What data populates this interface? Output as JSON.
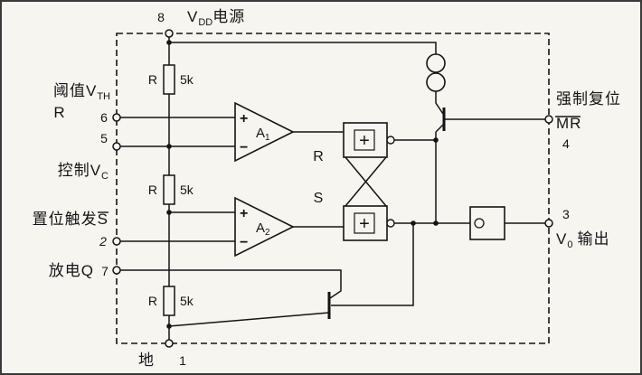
{
  "figure": {
    "description": "555 timer internal functional diagram",
    "background_color": "#f6f5f0",
    "ink_color": "#141414"
  },
  "pins": {
    "p8": {
      "number": "8",
      "label_v": "V",
      "label_sub": "DD",
      "label_rest": "电源"
    },
    "p6": {
      "number": "6",
      "line1_main": "阈值V",
      "line1_sub": "TH",
      "line2": "R"
    },
    "p5": {
      "number": "5",
      "label_main": "控制V",
      "label_sub": "C"
    },
    "p2": {
      "number": "2",
      "label_main": "置位触发",
      "label_bar": "S"
    },
    "p7": {
      "number": "7",
      "label": "放电Q"
    },
    "p4": {
      "number": "4",
      "label": "强制复位",
      "label_bar": "MR"
    },
    "p3": {
      "number": "3",
      "label_v": "V",
      "label_sub": "0",
      "label_rest": "输出"
    },
    "p1": {
      "number": "1",
      "label": "地"
    }
  },
  "resistors": {
    "r1": {
      "name": "R",
      "value": "5k"
    },
    "r2": {
      "name": "R",
      "value": "5k"
    },
    "r3": {
      "name": "R",
      "value": "5k"
    }
  },
  "comparators": {
    "a1": {
      "name": "A",
      "sub": "1",
      "plus": "+",
      "minus": "−"
    },
    "a2": {
      "name": "A",
      "sub": "2",
      "plus": "+",
      "minus": "−"
    }
  },
  "flipflop": {
    "r_input_label": "R",
    "s_input_label": "S",
    "gate_top_symbol": "+",
    "gate_bottom_symbol": "+"
  }
}
